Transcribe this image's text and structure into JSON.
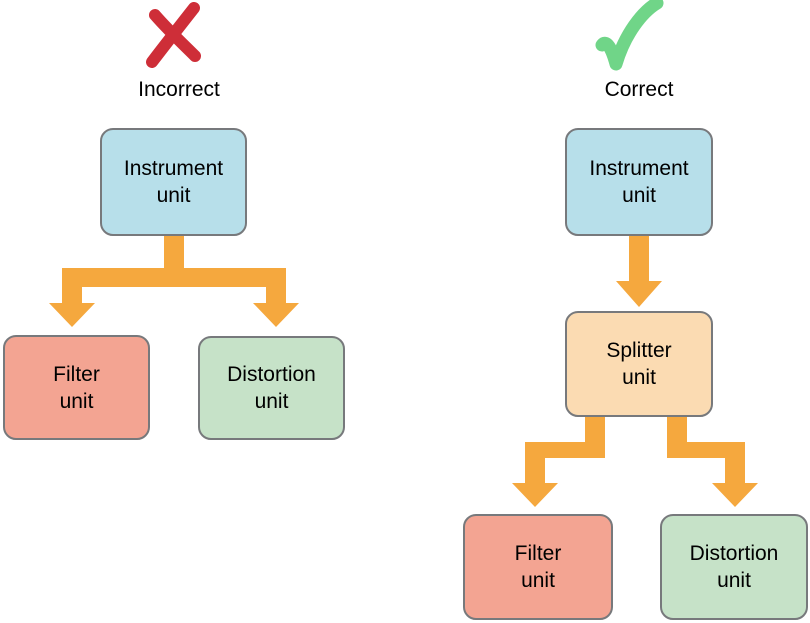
{
  "colors": {
    "incorrect_mark": "#ce2e38",
    "correct_mark": "#70d588",
    "arrow": "#f5a83e",
    "node_border": "#77797c",
    "node_instrument": "#b7dfea",
    "node_splitter": "#fbdbb2",
    "node_filter": "#f3a492",
    "node_distortion": "#c6e2c8",
    "text": "#000000"
  },
  "left_panel": {
    "verdict_label": "Incorrect",
    "verdict_icon": "x-icon",
    "nodes": [
      {
        "id": "instrument",
        "label": "Instrument\nunit"
      },
      {
        "id": "filter",
        "label": "Filter\nunit"
      },
      {
        "id": "distortion",
        "label": "Distortion\nunit"
      }
    ],
    "connections": [
      "instrument -> filter",
      "instrument -> distortion"
    ]
  },
  "right_panel": {
    "verdict_label": "Correct",
    "verdict_icon": "check-icon",
    "nodes": [
      {
        "id": "instrument",
        "label": "Instrument\nunit"
      },
      {
        "id": "splitter",
        "label": "Splitter\nunit"
      },
      {
        "id": "filter",
        "label": "Filter\nunit"
      },
      {
        "id": "distortion",
        "label": "Distortion\nunit"
      }
    ],
    "connections": [
      "instrument -> splitter",
      "splitter -> filter",
      "splitter -> distortion"
    ]
  }
}
